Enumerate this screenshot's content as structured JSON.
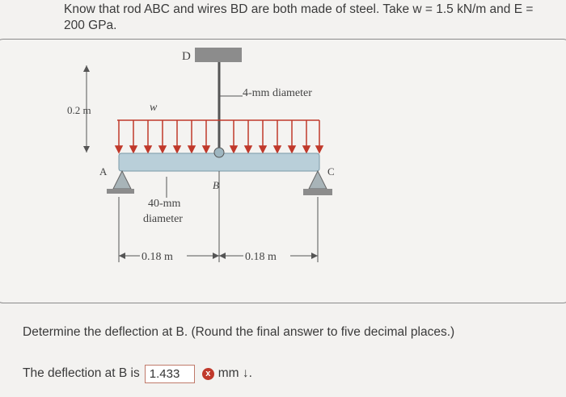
{
  "problem": {
    "statement": "Know that rod ABC and wires BD are both made of steel. Take w = 1.5 kN/m and E = 200 GPa."
  },
  "figure": {
    "label_D": "D",
    "label_A": "A",
    "label_B": "B",
    "label_C": "C",
    "label_w": "w",
    "wire_diameter": "4-mm diameter",
    "rod_diameter_line1": "40-mm",
    "rod_diameter_line2": "diameter",
    "height_dim": "0.2 m",
    "span1_dim": "0.18 m",
    "span2_dim": "0.18 m"
  },
  "question": {
    "text": "Determine the deflection at B. (Round the final answer to five decimal places.)"
  },
  "answer": {
    "prefix": "The deflection at B is",
    "value": "1.433",
    "status_icon": "x",
    "unit": "mm ↓."
  },
  "colors": {
    "beam": "#b9cfd9",
    "support": "#8a8a8a",
    "arrow": "#c0392b",
    "error": "#c0392b"
  }
}
